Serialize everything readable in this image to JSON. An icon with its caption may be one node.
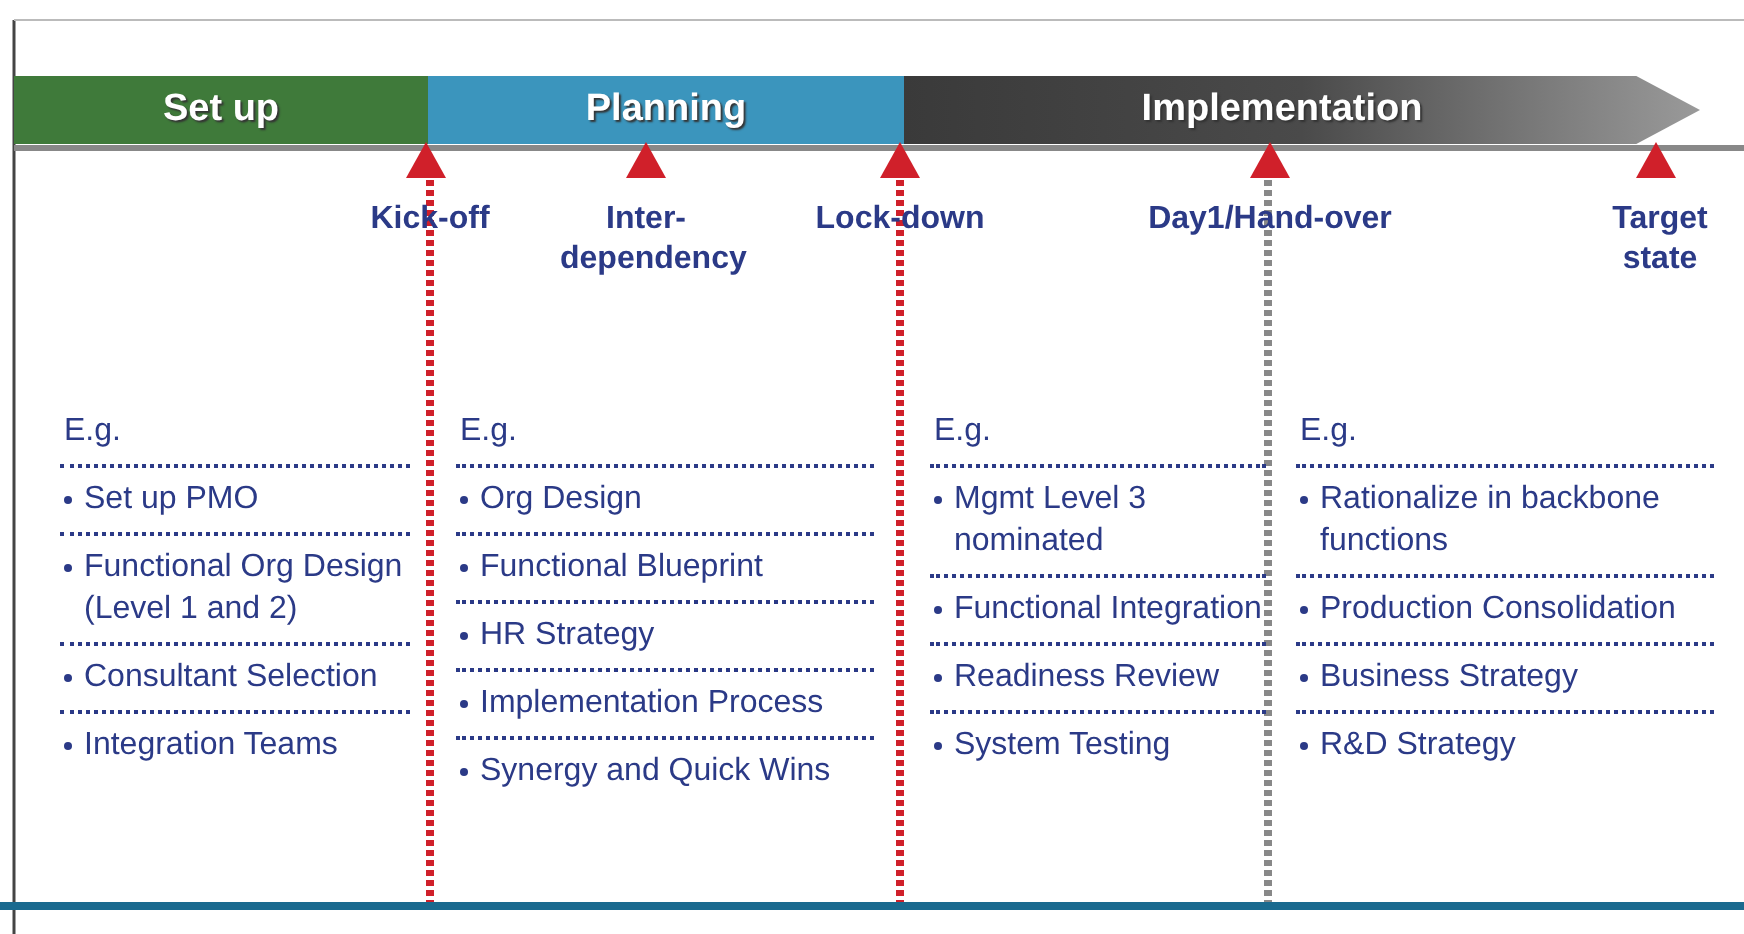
{
  "diagram": {
    "nodes": [
      {
        "text": [
          "Set up"
        ]
      },
      {
        "text": [
          "Planning"
        ]
      },
      {
        "text": [
          "Implementation"
        ]
      }
    ],
    "labels": [
      "Kick-off",
      "Inter- dependency",
      "Lock-down",
      "Day1/Hand-over",
      "Target state",
      "E.g.",
      "Set up PMO",
      "Functional Org Design (Level 1 and 2)",
      "Consultant Selection",
      "Integration Teams",
      "E.g.",
      "Org Design",
      "Functional Blueprint",
      "HR Strategy",
      "Implementation Process",
      "Synergy and Quick Wins",
      "E.g.",
      "Mgmt Level 3 nominated",
      "Functional Integration",
      "Readiness Review",
      "System Testing",
      "E.g.",
      "Rationalize in backbone functions",
      "Production Consolidation",
      "Business Strategy",
      "R&D Strategy"
    ]
  }
}
